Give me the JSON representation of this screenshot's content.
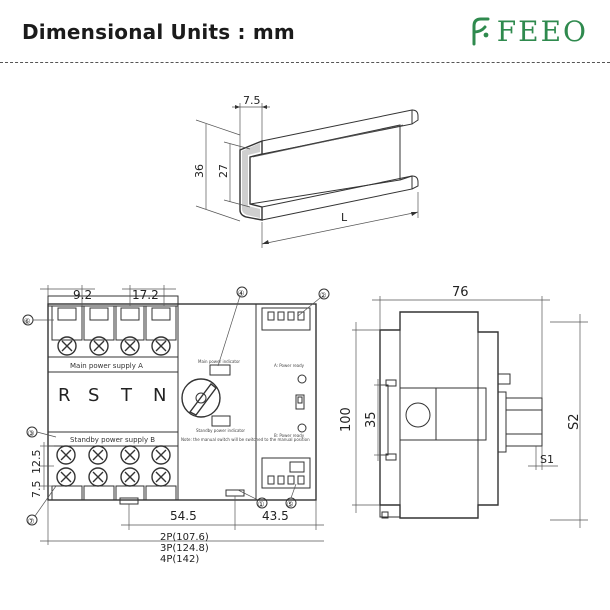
{
  "header": {
    "title": "Dimensional Units : mm",
    "brand": "FEEO",
    "brand_color": "#2f8a4e",
    "logo_icon": "feeo-leaf-logo-icon"
  },
  "rail": {
    "width_label": "7.5",
    "height_outer_label": "36",
    "height_inner_label": "27",
    "length_label": "L"
  },
  "front": {
    "top_dim_a": "9.2",
    "top_dim_b": "17.2",
    "main_label": "Main power supply A",
    "standby_label": "Standby power supply B",
    "phases": [
      "R",
      "S",
      "T",
      "N"
    ],
    "callouts": [
      "①",
      "②",
      "③",
      "④",
      "⑤",
      "⑥",
      "⑦"
    ],
    "left_dim_a": "12.5",
    "left_dim_b": "7.5",
    "bottom_dim_a": "54.5",
    "bottom_dim_b": "43.5",
    "width_options": [
      "2P(107.6)",
      "3P(124.8)",
      "4P(142)"
    ],
    "panel_text_top": "Main power indicator",
    "panel_text_mid": "Standby power indicator",
    "panel_note": "Note: the manual switch will be switched to the manual position",
    "indicator_a": "A: Power ready",
    "indicator_b": "B: Power ready"
  },
  "side": {
    "depth_label": "76",
    "height_label": "100",
    "rail_gap_label": "35",
    "s1_label": "S1",
    "s2_label": "S2"
  }
}
